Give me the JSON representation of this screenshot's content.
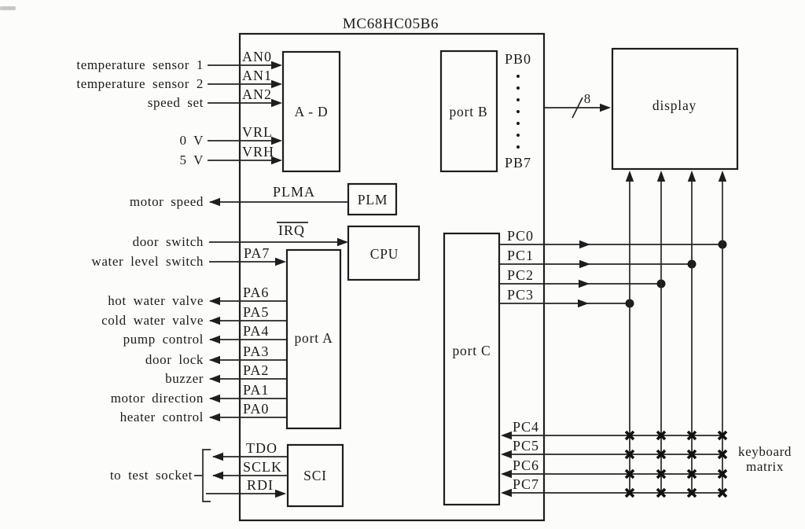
{
  "title": "MC68HC05B6",
  "blocks": {
    "ad": "A - D",
    "plm": "PLM",
    "cpu": "CPU",
    "port_a": "port A",
    "port_b": "port B",
    "port_c": "port C",
    "sci": "SCI",
    "display": "display"
  },
  "pins": {
    "an0": "AN0",
    "an1": "AN1",
    "an2": "AN2",
    "vrl": "VRL",
    "vrh": "VRH",
    "plma": "PLMA",
    "irq": "IRQ",
    "pa7": "PA7",
    "pa6": "PA6",
    "pa5": "PA5",
    "pa4": "PA4",
    "pa3": "PA3",
    "pa2": "PA2",
    "pa1": "PA1",
    "pa0": "PA0",
    "tdo": "TDO",
    "sclk": "SCLK",
    "rdi": "RDI",
    "pb0": "PB0",
    "pb7": "PB7",
    "pc0": "PC0",
    "pc1": "PC1",
    "pc2": "PC2",
    "pc3": "PC3",
    "pc4": "PC4",
    "pc5": "PC5",
    "pc6": "PC6",
    "pc7": "PC7"
  },
  "signals": {
    "temp1": "temperature sensor 1",
    "temp2": "temperature sensor 2",
    "speed_set": "speed set",
    "v0": "0 V",
    "v5": "5 V",
    "motor_speed": "motor speed",
    "door_switch": "door switch",
    "water_level_switch": "water level switch",
    "hot_water_valve": "hot water valve",
    "cold_water_valve": "cold water valve",
    "pump_control": "pump control",
    "door_lock": "door lock",
    "buzzer": "buzzer",
    "motor_direction": "motor direction",
    "heater_control": "heater control",
    "test_socket": "to test socket"
  },
  "bus": {
    "width_label": "8"
  },
  "keyboard": {
    "line1": "keyboard",
    "line2": "matrix"
  },
  "colors": {
    "ink": "#1b1b1b",
    "background": "#fcfcfa"
  }
}
